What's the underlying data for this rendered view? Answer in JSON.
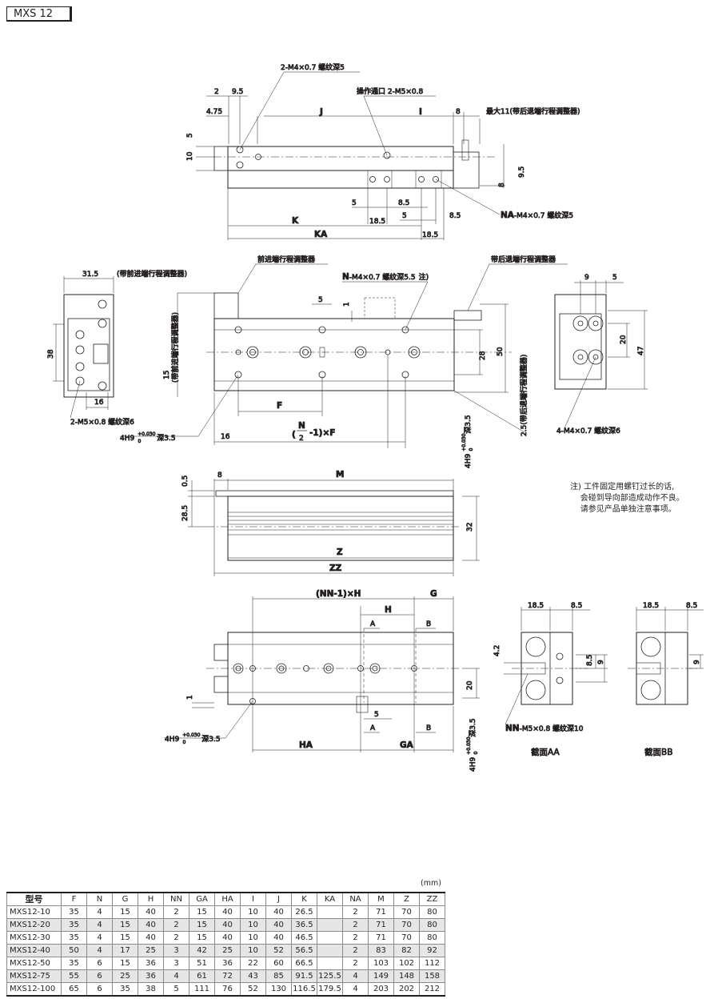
{
  "model_tag": "MXS 12",
  "top_view": {
    "thread_top": "2-M4×0.7 螺纹深5",
    "port": "操作通口 2-M5×0.8",
    "max_stroke_adj": "最大11(带后退端行程调整器)",
    "d_2": "2",
    "d_9_5": "9.5",
    "d_4_75": "4.75",
    "d_J": "J",
    "d_I": "I",
    "d_8": "8",
    "d_5": "5",
    "d_10": "10",
    "d_9_5b": "9.5",
    "d_8b": "8",
    "d_5b": "5",
    "d_8_5": "8.5",
    "d_K": "K",
    "d_18_5": "18.5",
    "d_5c": "5",
    "d_8_5b": "8.5",
    "d_KA": "KA",
    "d_18_5b": "18.5",
    "na_thread_bold": "NA",
    "na_thread_rest": "-M4×0.7 螺纹深5"
  },
  "side_view": {
    "d_31_5": "31.5",
    "front_adj_paren": "(带前进端行程调整器)",
    "front_adj": "前进端行程调整器",
    "rear_adj": "带后退端行程调整器",
    "n_thread_bold": "N",
    "n_thread_rest": "-M4×0.7 螺纹深5.5",
    "note_mark": "注)",
    "d_38": "38",
    "d_16": "16",
    "m5_thread": "2-M5×0.8 螺纹深6",
    "d_15": "15",
    "d_15_paren": "(带前进端行程调整器)",
    "d_5": "5",
    "d_1": "1",
    "d_28": "28",
    "d_50": "50",
    "d_F": "F",
    "formula_n": "N",
    "formula_2": "2",
    "formula_rest": "-1)×F",
    "formula_open": "(",
    "hole_4h9": "4H9",
    "tol_up": "+0.030",
    "tol_lo": "0",
    "depth_3_5": "深3.5",
    "d_16b": "16",
    "rear_25": "2.5(带后退端行程调整器)",
    "right_9": "9",
    "right_5": "5",
    "right_20": "20",
    "right_47": "47",
    "right_thread": "4-M4×0.7 螺纹深6"
  },
  "front_view": {
    "d_0_5": "0.5",
    "d_8": "8",
    "d_M": "M",
    "d_28_5": "28.5",
    "d_32": "32",
    "d_Z": "Z",
    "d_ZZ": "ZZ"
  },
  "note": "注) 工件固定用螺钉过长的话,\n    会碰到导向部造成动作不良。\n    请参见产品单独注意事项。",
  "bottom_view": {
    "d_NNH": "(NN-1)×H",
    "d_G": "G",
    "d_H": "H",
    "d_A": "A",
    "d_B": "B",
    "d_20": "20",
    "d_1": "1",
    "d_5": "5",
    "d_HA": "HA",
    "d_GA": "GA",
    "hole_4h9": "4H9",
    "tol_up": "+0.030",
    "tol_lo": "0",
    "depth_3_5": "深3.5"
  },
  "sections": {
    "d_18_5": "18.5",
    "d_8_5": "8.5",
    "d_4_2": "4.2",
    "d_8_5v": "8.5",
    "d_9": "9",
    "d_18_5b": "18.5",
    "d_8_5b": "8.5",
    "d_9b": "9",
    "nn_bold": "NN",
    "nn_rest": "-M5×0.8 螺纹深10",
    "label_aa": "截面AA",
    "label_bb": "截面BB"
  },
  "unit": "(mm)",
  "table": {
    "headers": [
      "型号",
      "F",
      "N",
      "G",
      "H",
      "NN",
      "GA",
      "HA",
      "I",
      "J",
      "K",
      "KA",
      "NA",
      "M",
      "Z",
      "ZZ"
    ],
    "rows": [
      [
        "MXS12-10",
        "35",
        "4",
        "15",
        "40",
        "2",
        "15",
        "40",
        "10",
        "40",
        "26.5",
        "",
        "2",
        "71",
        "70",
        "80"
      ],
      [
        "MXS12-20",
        "35",
        "4",
        "15",
        "40",
        "2",
        "15",
        "40",
        "10",
        "40",
        "36.5",
        "",
        "2",
        "71",
        "70",
        "80"
      ],
      [
        "MXS12-30",
        "35",
        "4",
        "15",
        "40",
        "2",
        "15",
        "40",
        "10",
        "40",
        "46.5",
        "",
        "2",
        "71",
        "70",
        "80"
      ],
      [
        "MXS12-40",
        "50",
        "4",
        "17",
        "25",
        "3",
        "42",
        "25",
        "10",
        "52",
        "56.5",
        "",
        "2",
        "83",
        "82",
        "92"
      ],
      [
        "MXS12-50",
        "35",
        "6",
        "15",
        "36",
        "3",
        "51",
        "36",
        "22",
        "60",
        "66.5",
        "",
        "2",
        "103",
        "102",
        "112"
      ],
      [
        "MXS12-75",
        "55",
        "6",
        "25",
        "36",
        "4",
        "61",
        "72",
        "43",
        "85",
        "91.5",
        "125.5",
        "4",
        "149",
        "148",
        "158"
      ],
      [
        "MXS12-100",
        "65",
        "6",
        "35",
        "38",
        "5",
        "111",
        "76",
        "52",
        "130",
        "116.5",
        "179.5",
        "4",
        "203",
        "202",
        "212"
      ]
    ]
  }
}
